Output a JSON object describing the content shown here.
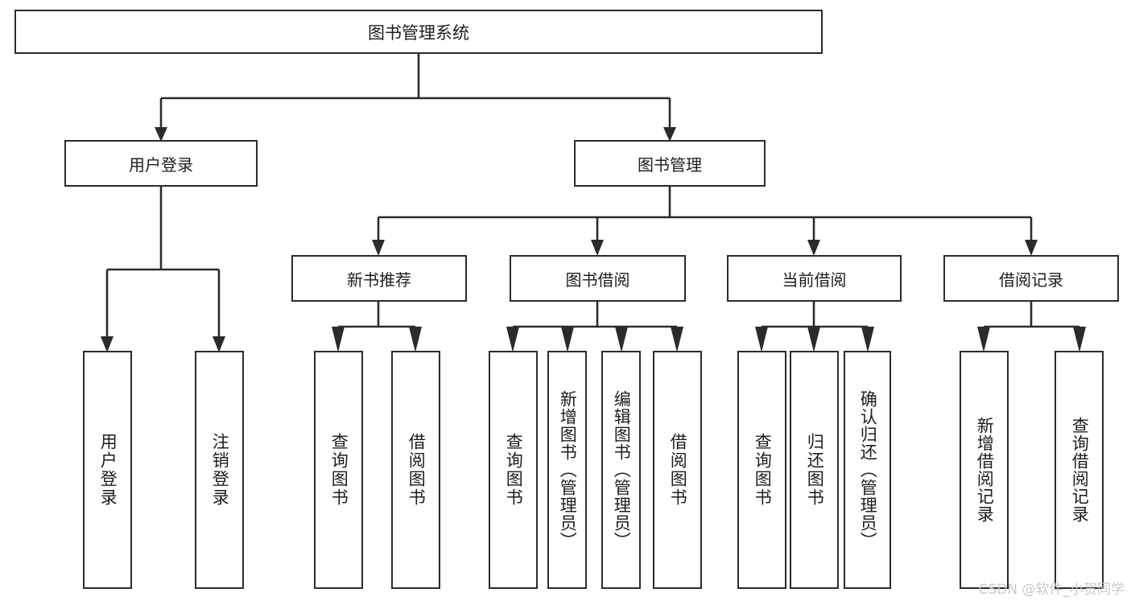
{
  "diagram": {
    "title": "图书管理系统",
    "watermark": "CSDN @软件_小贺同学",
    "colors": {
      "stroke": "#2b2b2b",
      "background": "#ffffff",
      "text": "#1d1d1d",
      "watermark": "#c9c9c9"
    },
    "root": {
      "label": "图书管理系统"
    },
    "level1": [
      {
        "label": "用户登录"
      },
      {
        "label": "图书管理"
      }
    ],
    "level2": [
      {
        "label": "新书推荐"
      },
      {
        "label": "图书借阅"
      },
      {
        "label": "当前借阅"
      },
      {
        "label": "借阅记录"
      }
    ],
    "leaves": [
      {
        "label": "用户登录"
      },
      {
        "label": "注销登录"
      },
      {
        "label": "查询图书"
      },
      {
        "label": "借阅图书"
      },
      {
        "label": "查询图书"
      },
      {
        "label": "新增图书（管理员）"
      },
      {
        "label": "编辑图书（管理员）"
      },
      {
        "label": "借阅图书"
      },
      {
        "label": "查询图书"
      },
      {
        "label": "归还图书"
      },
      {
        "label": "确认归还（管理员）"
      },
      {
        "label": "新增借阅记录"
      },
      {
        "label": "查询借阅记录"
      }
    ]
  }
}
